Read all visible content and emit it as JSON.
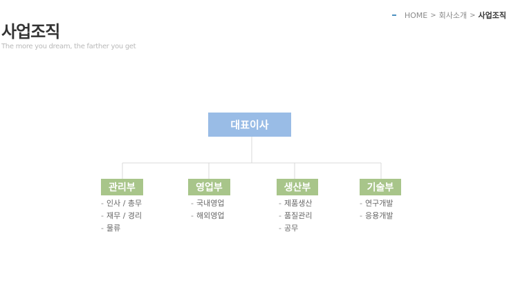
{
  "header": {
    "title": "사업조직",
    "subtitle": "The more you dream, the farther you get"
  },
  "breadcrumb": {
    "items": [
      "HOME",
      "회사소개",
      "사업조직"
    ],
    "separator": ">"
  },
  "org_chart": {
    "ceo": "대표이사",
    "departments": [
      {
        "name": "관리부",
        "items": [
          "인사 / 총무",
          "재무 / 경리",
          "물류"
        ]
      },
      {
        "name": "영업부",
        "items": [
          "국내영업",
          "해외영업"
        ]
      },
      {
        "name": "생산부",
        "items": [
          "제품생산",
          "품질관리",
          "공무"
        ]
      },
      {
        "name": "기술부",
        "items": [
          "연구개발",
          "응용개발"
        ]
      }
    ],
    "bullet": "-"
  },
  "colors": {
    "ceo_box": "#99bce6",
    "dept_box": "#a8c58a",
    "breadcrumb_dash": "#4a8fbf",
    "connector": "#d9d9d9"
  }
}
